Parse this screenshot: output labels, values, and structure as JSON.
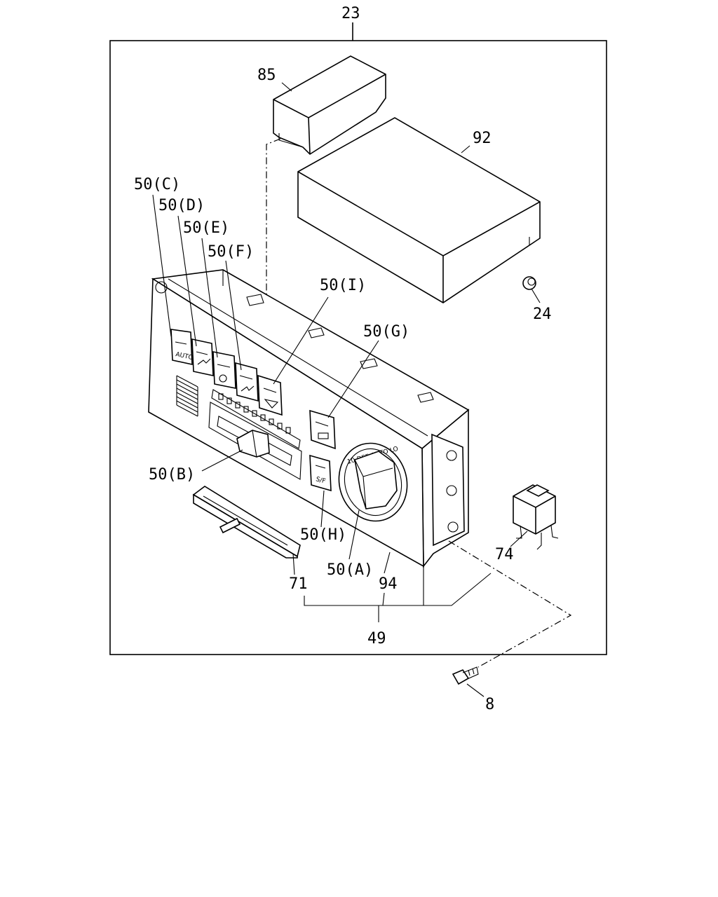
{
  "labels": {
    "l23": "23",
    "l85": "85",
    "l92": "92",
    "l24": "24",
    "l50c": "50(C)",
    "l50d": "50(D)",
    "l50e": "50(E)",
    "l50f": "50(F)",
    "l50i": "50(I)",
    "l50g": "50(G)",
    "l50b": "50(B)",
    "l50h": "50(H)",
    "l50a": "50(A)",
    "l74": "74",
    "l71": "71",
    "l94": "94",
    "l49": "49",
    "l8": "8"
  },
  "panel_marks": {
    "auto": "AUTO",
    "sf": "S/F",
    "dial_scale": "10 DEF AUTO LO"
  }
}
